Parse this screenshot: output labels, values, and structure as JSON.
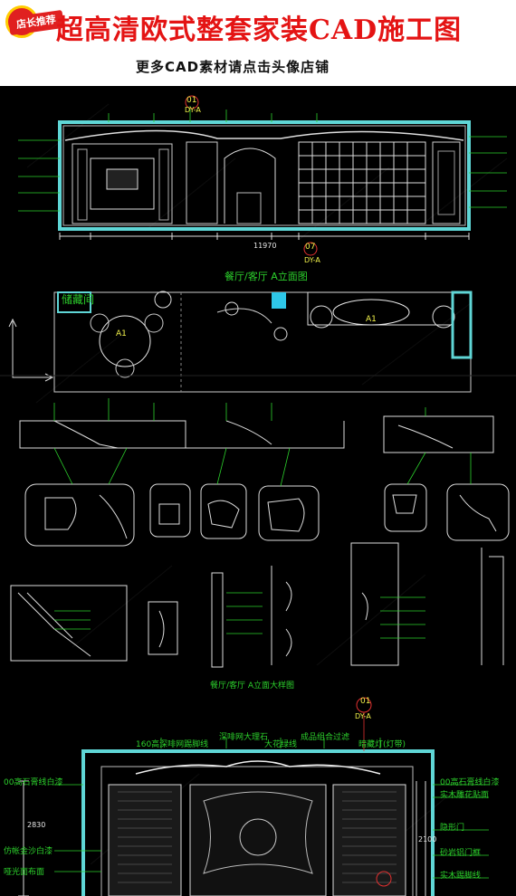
{
  "header": {
    "badge": "店长推荐",
    "title": "超高清欧式整套家装CAD施工图",
    "subtitle": "更多CAD素材请点击头像店铺"
  },
  "elevation": {
    "title": "餐厅/客厅 A立面图",
    "room_storage": "储藏间",
    "total_dim": "11970",
    "marker_top": "01",
    "marker_top_ref": "DY-A",
    "marker_bottom": "07",
    "marker_bottom_ref": "DY-A",
    "plan_tag_a1": "A1",
    "plan_tag_a1_right": "A1"
  },
  "details": {
    "title": "餐厅/客厅 A立面大样图"
  },
  "bottom_elevation": {
    "marker": "01",
    "marker_ref": "DY-A",
    "label_left_1": "00高石膏线白漆",
    "label_left_2": "仿帐金沙白漆",
    "label_left_3": "哑光面布面",
    "label_top_1": "160高深啡网踢脚线",
    "label_top_2": "深啡网大理石",
    "label_top_3": "大花绿线",
    "label_top_4": "成品组合过滤",
    "label_top_5": "暗藏灯(灯带)",
    "label_right_1": "00高石膏线白漆",
    "label_right_2": "实木雕花贴面",
    "label_right_3": "隐形门",
    "label_right_4": "砂岩铝门框",
    "label_right_5": "实木踢脚线",
    "dim_right": "2100",
    "dim_left": "2830"
  }
}
